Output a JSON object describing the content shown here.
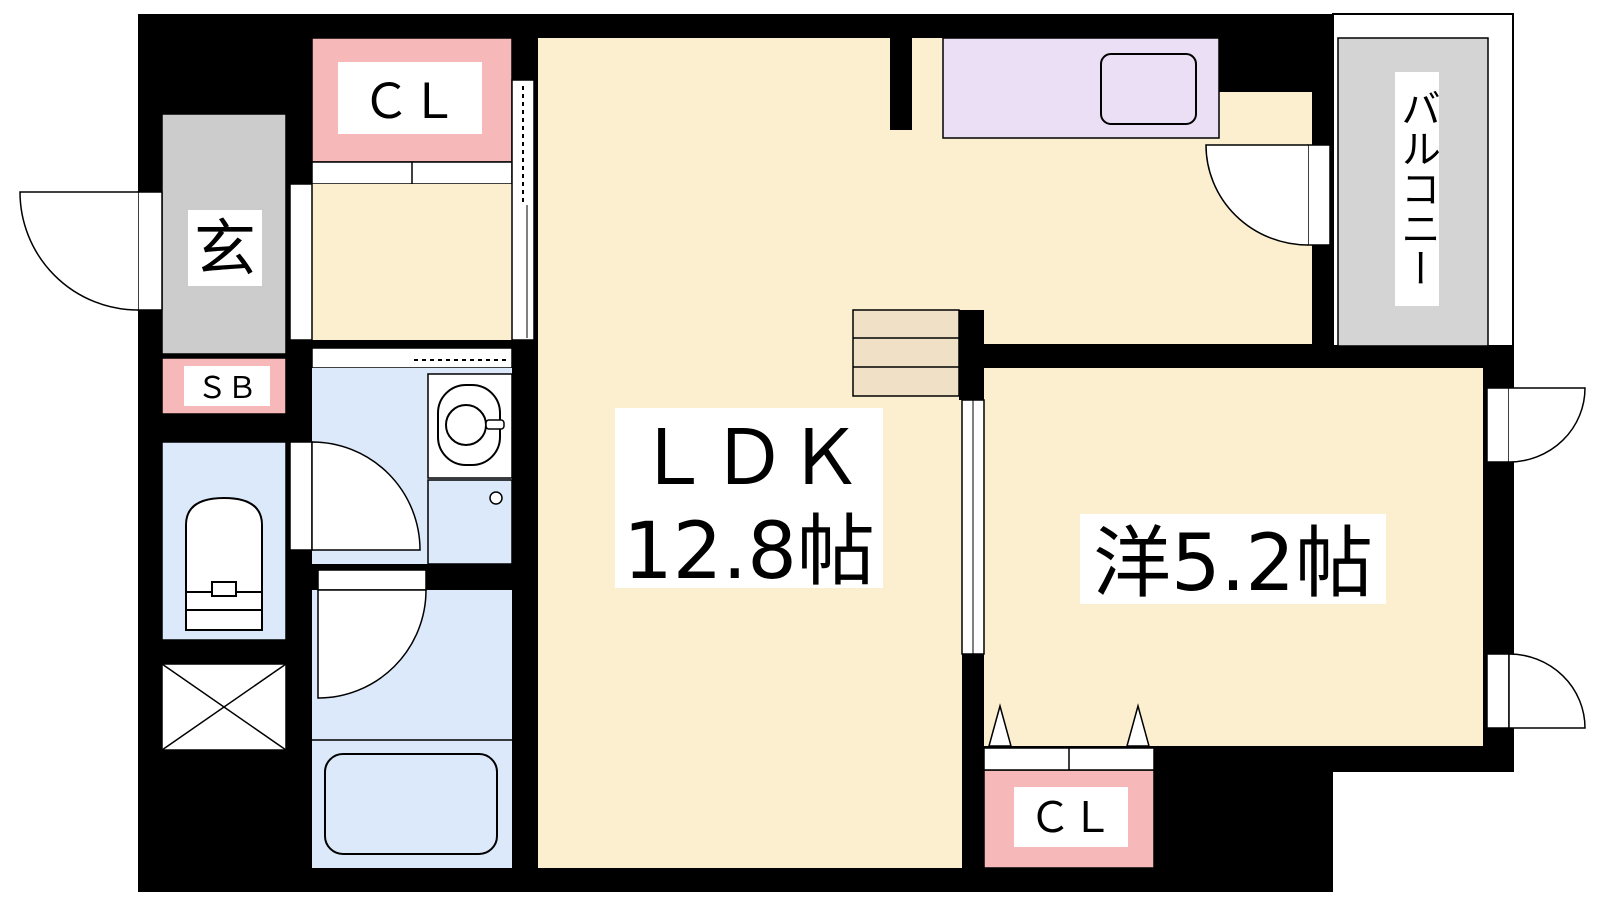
{
  "rooms": {
    "ldk": {
      "name": "ＬＤＫ",
      "size": "12.8帖"
    },
    "western": {
      "name": "洋5.2帖"
    },
    "entrance": {
      "name": "玄"
    },
    "shoe_box": {
      "name": "ＳＢ"
    },
    "closet_top": {
      "name": "ＣＬ"
    },
    "closet_bottom": {
      "name": "ＣＬ"
    },
    "balcony": {
      "name": "バルコニー"
    }
  },
  "colors": {
    "wall": "#000000",
    "floor": "#fbefd0",
    "wet_area": "#dbe9fa",
    "entrance": "#cccccc",
    "closet": "#f6b8b9",
    "kitchen": "#eadff4",
    "stairs": "#efe0c6",
    "balcony": "#d4d4d4"
  }
}
